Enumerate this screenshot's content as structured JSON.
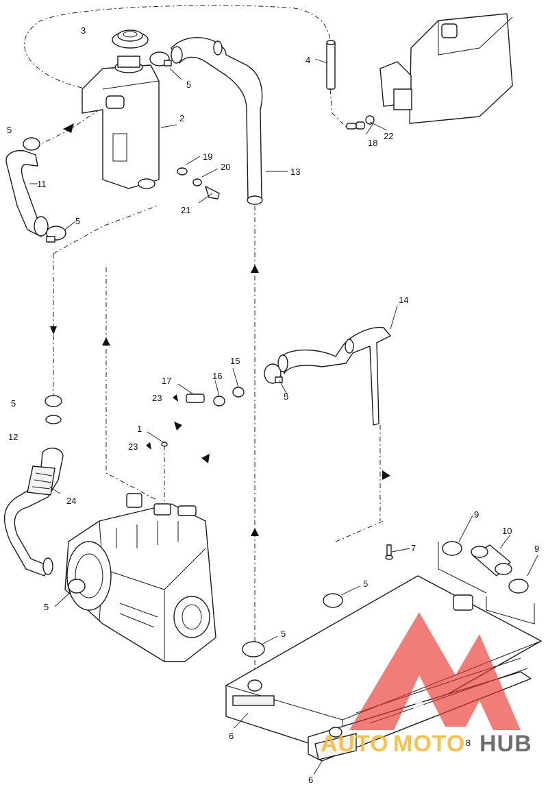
{
  "callouts": [
    {
      "id": "c3",
      "text": "3"
    },
    {
      "id": "c4",
      "text": "4"
    },
    {
      "id": "c5a",
      "text": "5"
    },
    {
      "id": "c5b",
      "text": "5"
    },
    {
      "id": "c5c",
      "text": "5"
    },
    {
      "id": "c2",
      "text": "2"
    },
    {
      "id": "c19",
      "text": "19"
    },
    {
      "id": "c20",
      "text": "20"
    },
    {
      "id": "c21",
      "text": "21"
    },
    {
      "id": "c13",
      "text": "13"
    },
    {
      "id": "c11",
      "text": "11"
    },
    {
      "id": "c22",
      "text": "22"
    },
    {
      "id": "c18",
      "text": "18"
    },
    {
      "id": "c14",
      "text": "14"
    },
    {
      "id": "c15",
      "text": "15"
    },
    {
      "id": "c16",
      "text": "16"
    },
    {
      "id": "c17",
      "text": "17"
    },
    {
      "id": "c23a",
      "text": "23"
    },
    {
      "id": "c5d",
      "text": "5"
    },
    {
      "id": "c1",
      "text": "1"
    },
    {
      "id": "c23b",
      "text": "23"
    },
    {
      "id": "c5e",
      "text": "5"
    },
    {
      "id": "c12",
      "text": "12"
    },
    {
      "id": "c24",
      "text": "24"
    },
    {
      "id": "c5f",
      "text": "5"
    },
    {
      "id": "c9a",
      "text": "9"
    },
    {
      "id": "c10",
      "text": "10"
    },
    {
      "id": "c9b",
      "text": "9"
    },
    {
      "id": "c7",
      "text": "7"
    },
    {
      "id": "c5g",
      "text": "5"
    },
    {
      "id": "c5h",
      "text": "5"
    },
    {
      "id": "c6a",
      "text": "6"
    },
    {
      "id": "c8",
      "text": "8"
    },
    {
      "id": "c6b",
      "text": "6"
    }
  ],
  "watermark": {
    "part1": "AUTO",
    "part2": "MOTO",
    "part3": "HUB",
    "color_auto": "#f5b731",
    "color_moto": "#f5b731",
    "color_hub": "#555555",
    "logo_color": "#e8342b"
  }
}
